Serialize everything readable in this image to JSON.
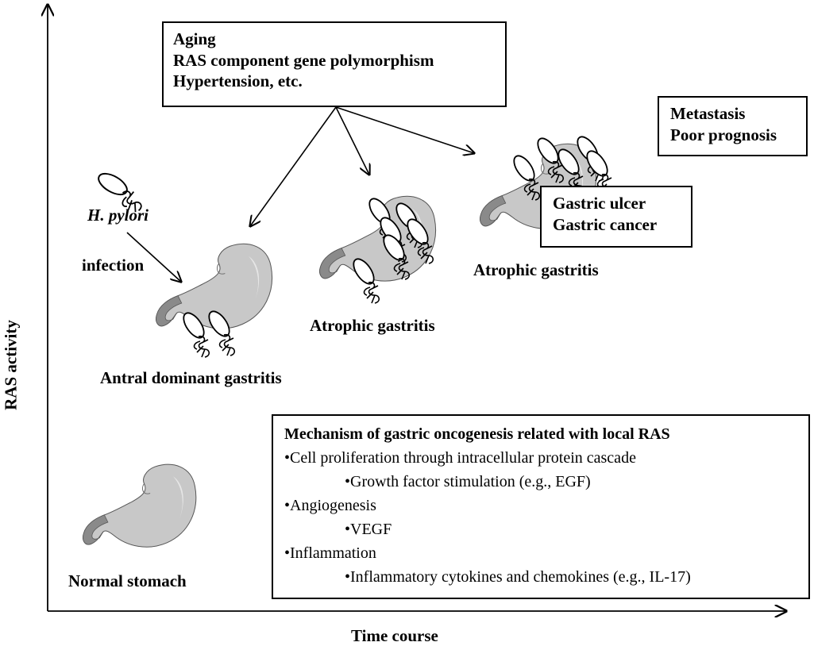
{
  "axes": {
    "y_label": "RAS activity",
    "x_label": "Time course"
  },
  "factors_box": {
    "lines": [
      "Aging",
      "RAS component gene polymorphism",
      "Hypertension, etc."
    ]
  },
  "outcome_box": {
    "lines": [
      "Metastasis",
      "Poor prognosis"
    ]
  },
  "ulcer_box": {
    "lines": [
      "Gastric ulcer",
      "Gastric cancer"
    ]
  },
  "stages": {
    "normal": "Normal stomach",
    "antral": "Antral dominant gastritis",
    "atrophic_1": "Atrophic gastritis",
    "atrophic_2": "Atrophic gastritis"
  },
  "pathogen": {
    "name": "H. pylori",
    "action": "infection"
  },
  "mechanism": {
    "title": "Mechanism of gastric oncogenesis related with local RAS",
    "items": [
      {
        "label": "•Cell proliferation through intracellular protein cascade",
        "sub": "•Growth factor stimulation (e.g., EGF)"
      },
      {
        "label": "•Angiogenesis",
        "sub": "•VEGF"
      },
      {
        "label": "•Inflammation",
        "sub": "•Inflammatory cytokines and chemokines (e.g., IL-17)"
      }
    ]
  },
  "colors": {
    "stomach_fill": "#c8c8c8",
    "stomach_shadow": "#8a8a8a",
    "stomach_highlight": "#e4e4e4",
    "ink": "#000000"
  },
  "icons": {
    "stomach": "stomach-icon",
    "bacteria": "helicobacter-icon"
  }
}
